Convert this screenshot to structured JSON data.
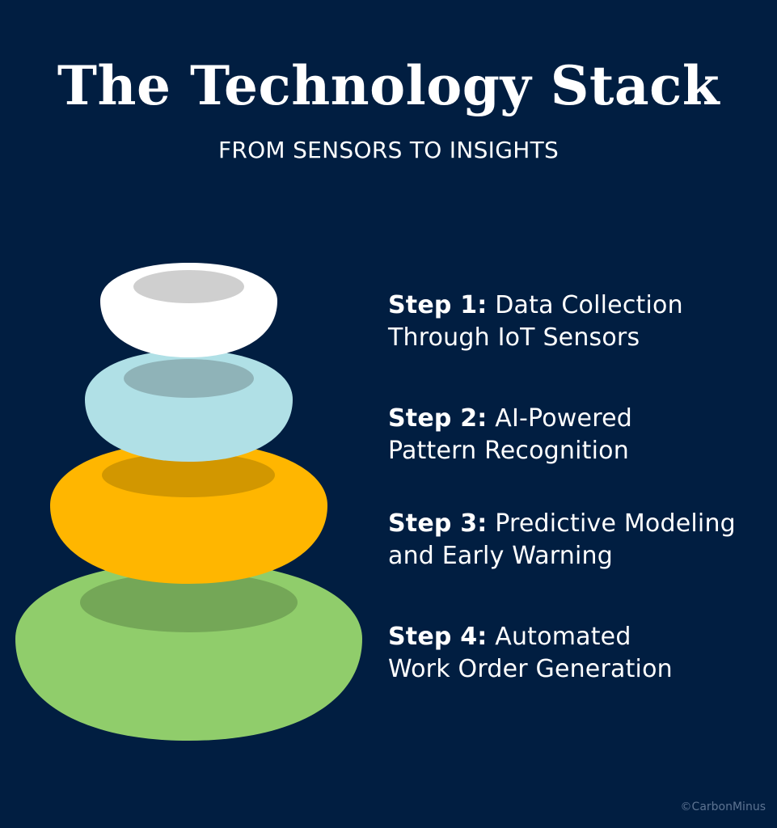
{
  "header": {
    "title": "The Technology Stack",
    "subtitle": "FROM SENSORS TO INSIGHTS"
  },
  "stack": {
    "layers": [
      {
        "name": "ring-1",
        "color": "#FFFFFF",
        "inner_color": "#CFCFCF"
      },
      {
        "name": "ring-2",
        "color": "#B0E0E6",
        "inner_color": "#8FB3B8"
      },
      {
        "name": "ring-3",
        "color": "#FFB600",
        "inner_color": "#D29700"
      },
      {
        "name": "ring-4",
        "color": "#90CD6B",
        "inner_color": "#74A757"
      }
    ]
  },
  "steps": [
    {
      "label": "Step 1:",
      "line1": "Data Collection",
      "line2": "Through IoT Sensors"
    },
    {
      "label": "Step 2:",
      "line1": "AI-Powered",
      "line2": "Pattern Recognition"
    },
    {
      "label": "Step 3:",
      "line1": "Predictive Modeling",
      "line2": "and Early Warning"
    },
    {
      "label": "Step 4:",
      "line1": "Automated",
      "line2": "Work Order Generation"
    }
  ],
  "footer": {
    "credit": "©CarbonMinus"
  },
  "colors": {
    "background": "#011E41",
    "text": "#FFFFFF",
    "credit": "#5D7391"
  }
}
